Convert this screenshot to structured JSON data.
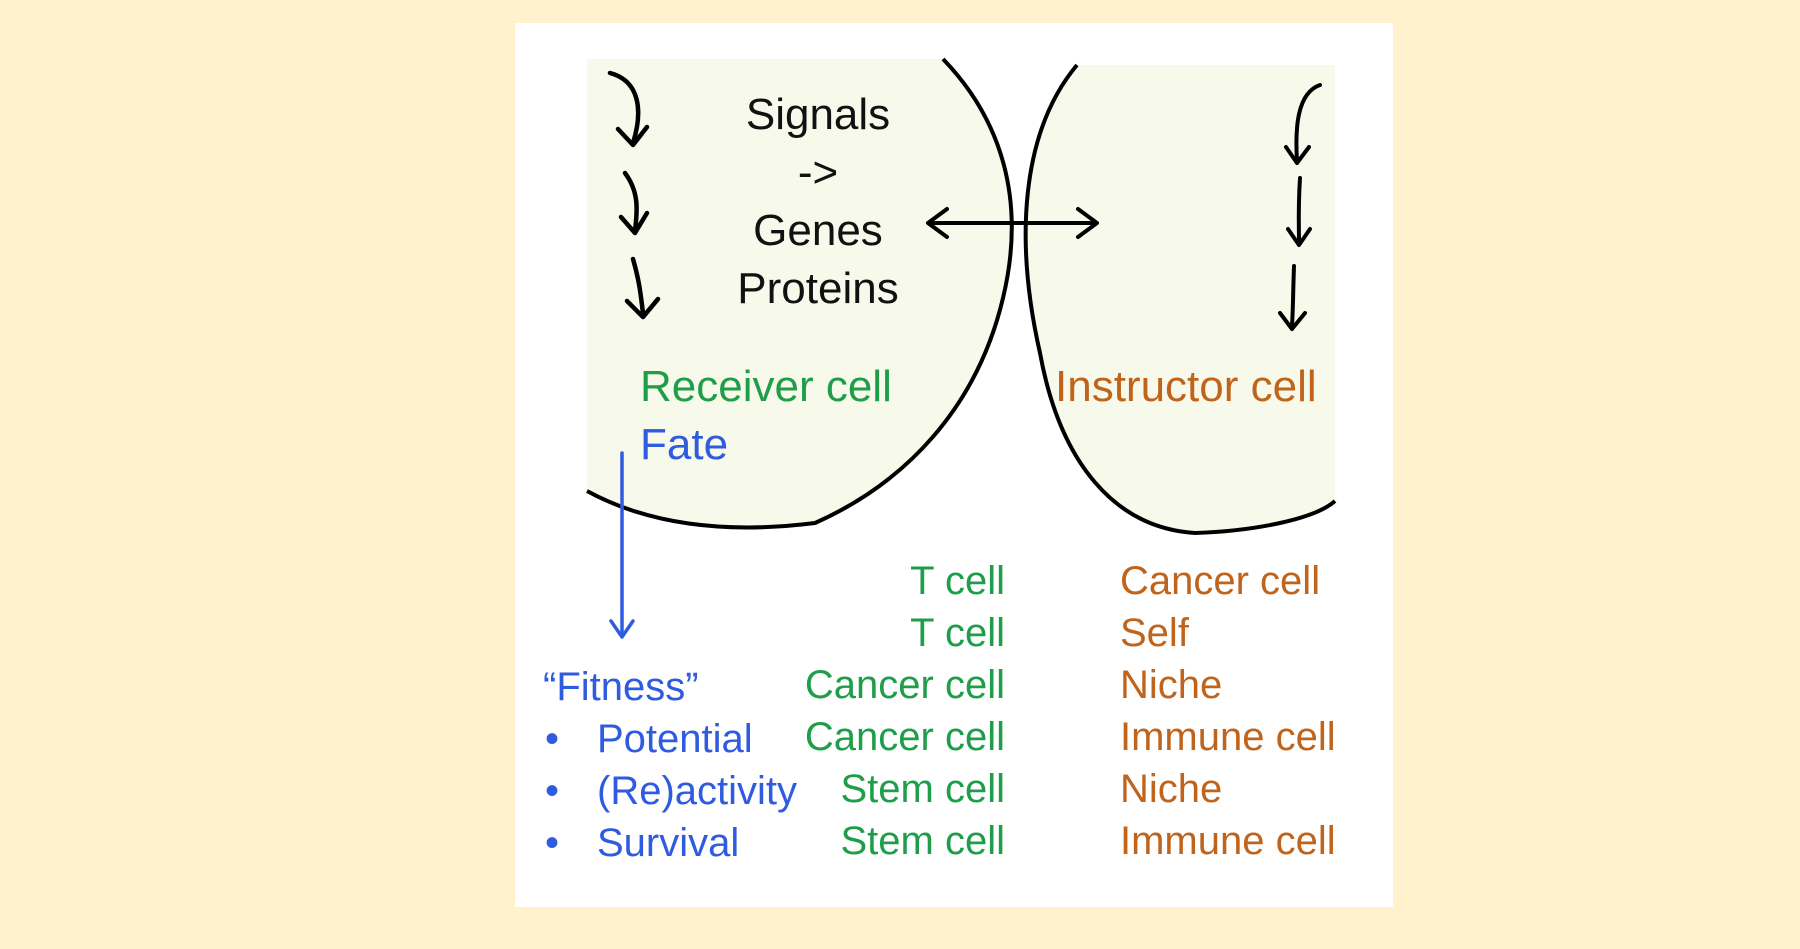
{
  "diagram": {
    "signal_chain": {
      "lines": [
        "Signals",
        "->",
        "Genes",
        "Proteins"
      ]
    },
    "receiver": {
      "label": "Receiver cell",
      "fate_label": "Fate"
    },
    "instructor": {
      "label": "Instructor cell"
    },
    "fitness": {
      "title": "“Fitness”",
      "bullet": "•",
      "items": [
        "Potential",
        "(Re)activity",
        "Survival"
      ]
    },
    "pairs": {
      "receivers": [
        "T cell",
        "T cell",
        "Cancer cell",
        "Cancer cell",
        "Stem cell",
        "Stem cell"
      ],
      "instructors": [
        "Cancer cell",
        "Self",
        "Niche",
        "Immune cell",
        "Niche",
        "Immune cell"
      ]
    },
    "colors": {
      "background": "#fff2cc",
      "cell_fill": "#f7f9ea",
      "receiver_green": "#1f9e4a",
      "fate_blue": "#2f5be0",
      "instructor_orange": "#c0641c"
    }
  }
}
